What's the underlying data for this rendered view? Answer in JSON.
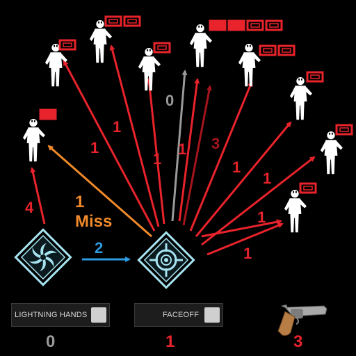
{
  "colors": {
    "red": "#e8232b",
    "dark_red": "#a4151d",
    "gray": "#9a9a9a",
    "orange": "#f08a2a",
    "blue": "#2d9be0",
    "ability_cyan": "#a6e3f0",
    "health_pip": "#e8232b"
  },
  "enemies": [
    {
      "id": "enemy-1",
      "health_pips": 1,
      "filled_pips": 1
    },
    {
      "id": "enemy-2",
      "health_pips": 1,
      "filled_pips": 0
    },
    {
      "id": "enemy-3",
      "health_pips": 2,
      "filled_pips": 0
    },
    {
      "id": "enemy-4",
      "health_pips": 1,
      "filled_pips": 0
    },
    {
      "id": "enemy-5",
      "health_pips": 4,
      "filled_pips": 2
    },
    {
      "id": "enemy-6",
      "health_pips": 2,
      "filled_pips": 0
    },
    {
      "id": "enemy-7",
      "health_pips": 1,
      "filled_pips": 0
    },
    {
      "id": "enemy-8",
      "health_pips": 1,
      "filled_pips": 0
    },
    {
      "id": "enemy-9",
      "health_pips": 1,
      "filled_pips": 0
    }
  ],
  "arrow_labels": {
    "lightning_to_enemy": "4",
    "lightning_miss_count": "1",
    "miss_text": "Miss",
    "lightning_to_faceoff": "2",
    "faceoff_1": "1",
    "faceoff_2": "1",
    "faceoff_3": "1",
    "faceoff_4": "1",
    "faceoff_gray": "0",
    "faceoff_darkred": "3",
    "faceoff_5": "1",
    "faceoff_6": "1",
    "faceoff_7": "1"
  },
  "abilities": {
    "lightning_hands": {
      "label": "LIGHTNING HANDS",
      "icon": "lightning-hands-icon",
      "count": "0"
    },
    "faceoff": {
      "label": "FACEOFF",
      "icon": "faceoff-icon",
      "count": "1"
    },
    "revolver": {
      "icon": "revolver-icon",
      "count": "3"
    }
  }
}
